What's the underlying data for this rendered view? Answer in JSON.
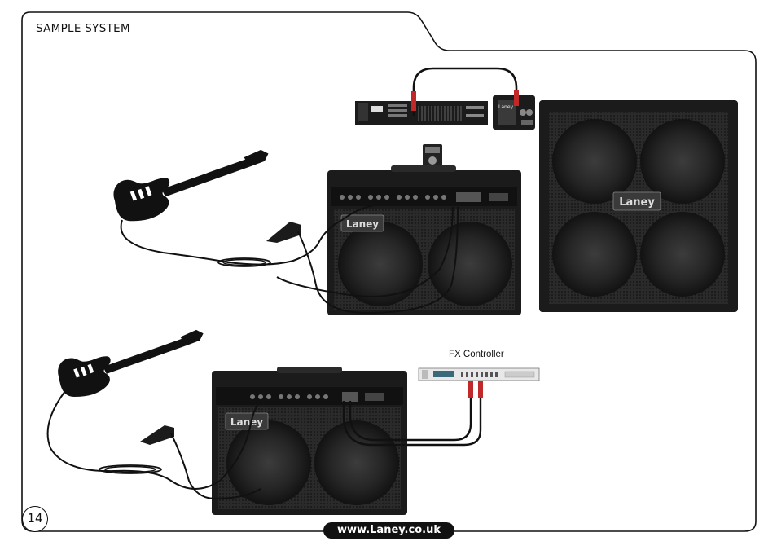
{
  "page": {
    "section_title": "SAMPLE SYSTEM",
    "page_number": "14",
    "website": "www.Laney.co.uk"
  },
  "labels": {
    "fx_controller": "FX Controller",
    "brand": "Laney"
  },
  "colors": {
    "frame": "#111111",
    "device_dark": "#1b1b1b",
    "grille": "#2a2a2a",
    "cable": "#111111",
    "cable_plug": "#c0282a",
    "fx_body": "#e8e8e8"
  }
}
